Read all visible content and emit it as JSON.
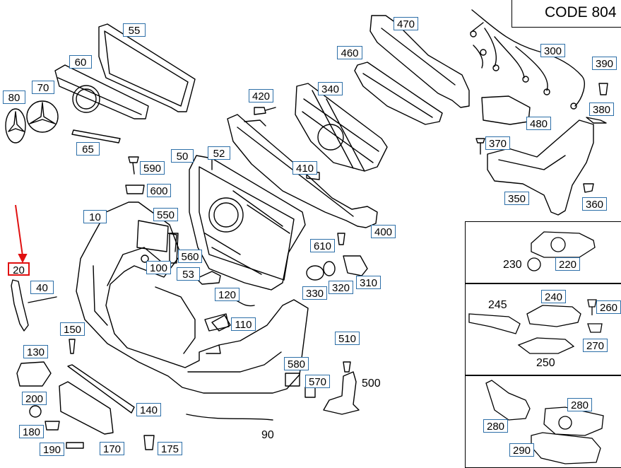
{
  "header": {
    "code_label": "CODE 804"
  },
  "callouts": {
    "c20": "20",
    "c40": "40",
    "c55": "55",
    "c60": "60",
    "c70": "70",
    "c80": "80",
    "c65": "65",
    "c590": "590",
    "c600": "600",
    "c10": "10",
    "c550": "550",
    "c560": "560",
    "c100": "100",
    "c53": "53",
    "c50": "50",
    "c52": "52",
    "c420": "420",
    "c410": "410",
    "c340": "340",
    "c460": "460",
    "c470": "470",
    "c300": "300",
    "c390": "390",
    "c380": "380",
    "c480": "480",
    "c370": "370",
    "c350": "350",
    "c360": "360",
    "c400": "400",
    "c610": "610",
    "c330": "330",
    "c320": "320",
    "c310": "310",
    "c120": "120",
    "c110": "110",
    "c150": "150",
    "c130": "130",
    "c200": "200",
    "c180": "180",
    "c190": "190",
    "c170": "170",
    "c175": "175",
    "c140": "140",
    "c510": "510",
    "c580": "580",
    "c570": "570",
    "c220": "220",
    "c240": "240",
    "c260": "260",
    "c270": "270",
    "c280a": "280",
    "c280b": "280",
    "c290": "290"
  },
  "plain_labels": {
    "p90": "90",
    "p500": "500",
    "p230": "230",
    "p245": "245",
    "p250": "250"
  },
  "highlight": {
    "part": "20",
    "color": "#e01010"
  },
  "colors": {
    "callout_border": "#2d6fa8",
    "highlight": "#e01010",
    "line_art": "#000000"
  }
}
